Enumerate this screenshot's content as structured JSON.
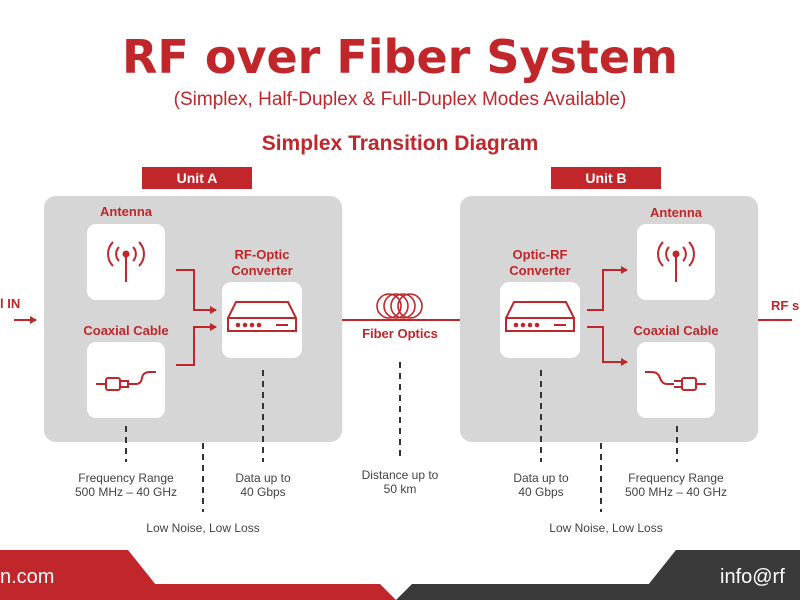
{
  "title": "RF over Fiber System",
  "subtitle": "(Simplex, Half-Duplex & Full-Duplex Modes Available)",
  "diagram_title": "Simplex Transition Diagram",
  "unit_a": {
    "label": "Unit A",
    "antenna": "Antenna",
    "coax": "Coaxial Cable",
    "converter_line1": "RF-Optic",
    "converter_line2": "Converter"
  },
  "unit_b": {
    "label": "Unit B",
    "antenna": "Antenna",
    "coax": "Coaxial Cable",
    "converter_line1": "Optic-RF",
    "converter_line2": "Converter"
  },
  "signal_in": "l IN",
  "signal_out": "RF s",
  "fiber_label": "Fiber Optics",
  "notes": {
    "freq_a_1": "Frequency Range",
    "freq_a_2": "500 MHz – 40 GHz",
    "data_a_1": "Data up to",
    "data_a_2": "40 Gbps",
    "distance_1": "Distance up to",
    "distance_2": "50 km",
    "data_b_1": "Data up to",
    "data_b_2": "40 Gbps",
    "freq_b_1": "Frequency Range",
    "freq_b_2": "500 MHz – 40 GHz",
    "noise_a": "Low Noise, Low Loss",
    "noise_b": "Low Noise, Low Loss"
  },
  "footer": {
    "left": "n.com",
    "right": "info@rf"
  },
  "colors": {
    "brand_red": "#c0262a",
    "panel_gray": "#d6d6d6",
    "footer_dark": "#3a3a3a"
  },
  "icons": [
    "antenna-icon",
    "coax-cable-icon",
    "converter-device-icon",
    "fiber-coil-icon"
  ]
}
